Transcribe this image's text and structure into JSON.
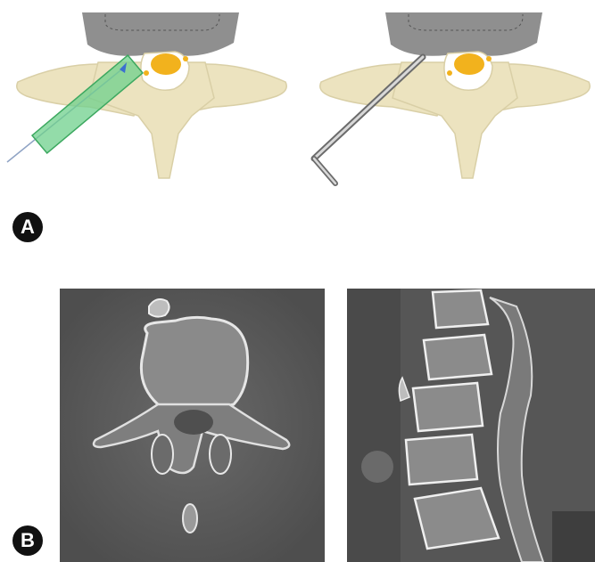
{
  "panels": {
    "a": {
      "label": "A",
      "left_illustration": "vertebra-with-cannula",
      "right_illustration": "vertebra-with-trocar"
    },
    "b": {
      "label": "B",
      "left_image": "axial-ct-vertebra",
      "right_image": "sagittal-ct-spine"
    }
  },
  "colors": {
    "bone": "#ece3bf",
    "bone_outline": "#d9cfa6",
    "disc": "#8f8f8f",
    "spinal_cord": "#f2b21d",
    "cannula": "#6fd08c",
    "instrument": "#b8b8b8",
    "ct_background": "#5d5d5d",
    "badge": "#111111"
  }
}
